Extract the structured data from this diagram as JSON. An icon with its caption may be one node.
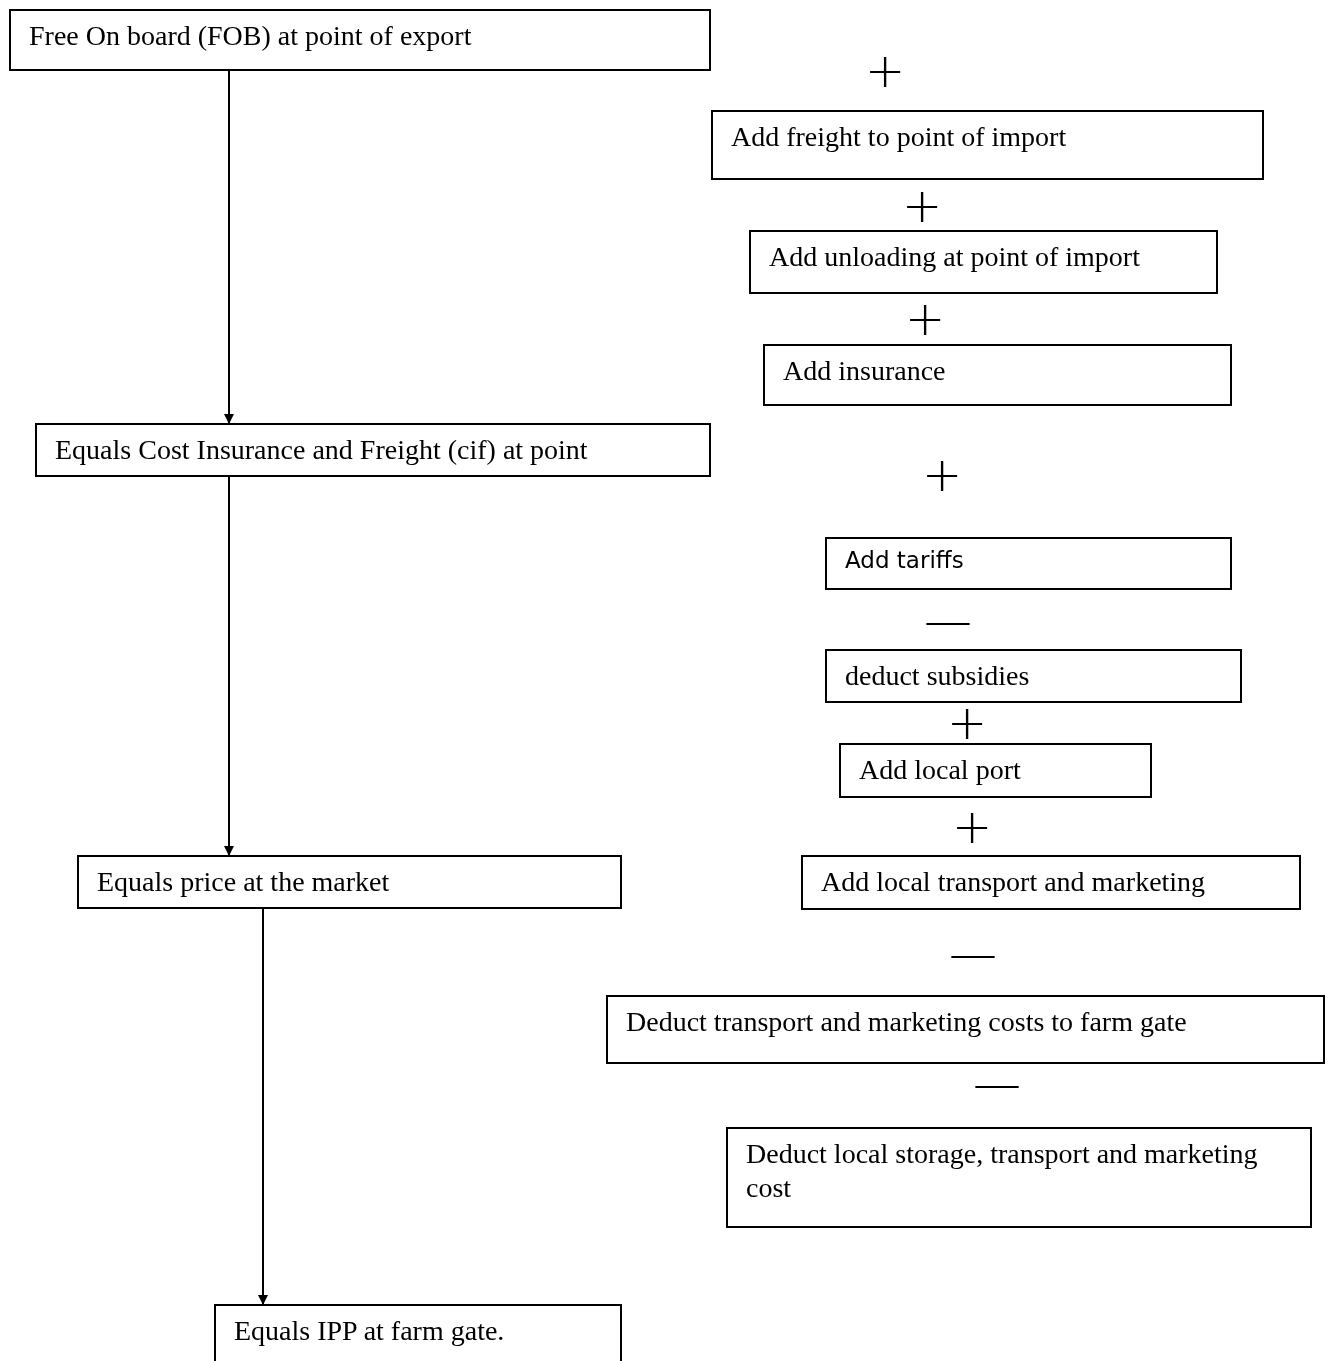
{
  "diagram": {
    "nodes": [
      {
        "text": [
          "Free On board (FOB) at point of export"
        ]
      },
      {
        "text": [
          "Equals Cost Insurance and Freight (cif)  at point"
        ]
      },
      {
        "text": [
          "Equals price at the market"
        ]
      },
      {
        "text": [
          "Equals IPP at farm gate."
        ]
      },
      {
        "text": [
          "Add freight to point of import"
        ]
      },
      {
        "text": [
          "Add unloading at point of import"
        ]
      },
      {
        "text": [
          "Add insurance"
        ]
      },
      {
        "text": [
          "Add tariffs"
        ]
      },
      {
        "text": [
          "deduct  subsidies"
        ]
      },
      {
        "text": [
          "Add local port"
        ]
      },
      {
        "text": [
          "Add local transport and marketing"
        ]
      },
      {
        "text": [
          "Deduct transport and marketing costs to farm gate"
        ]
      },
      {
        "text": [
          "Deduct local storage, transport and marketing cost"
        ]
      }
    ],
    "edges": [
      {
        "from": 0,
        "to": 1,
        "arrow": "to"
      },
      {
        "from": 1,
        "to": 2,
        "arrow": "to"
      },
      {
        "from": 2,
        "to": 3,
        "arrow": "to"
      }
    ],
    "labels": [
      "+",
      "+",
      "+",
      "+",
      "—",
      "+",
      "+",
      "—",
      "—"
    ]
  }
}
